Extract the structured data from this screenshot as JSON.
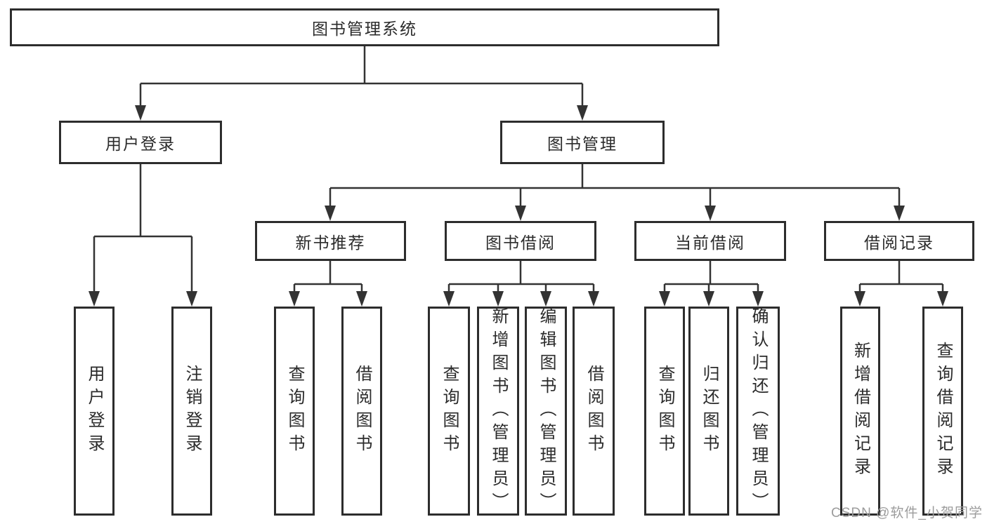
{
  "diagram": {
    "title_node": {
      "label": "图书管理系统"
    },
    "level1": [
      {
        "label": "用户登录"
      },
      {
        "label": "图书管理"
      }
    ],
    "level2": [
      {
        "label": "新书推荐"
      },
      {
        "label": "图书借阅"
      },
      {
        "label": "当前借阅"
      },
      {
        "label": "借阅记录"
      }
    ],
    "leaves": {
      "login": [
        {
          "label": "用户登录"
        },
        {
          "label": "注销登录"
        }
      ],
      "recommend": [
        {
          "label": "查询图书"
        },
        {
          "label": "借阅图书"
        }
      ],
      "borrow": [
        {
          "label": "查询图书"
        },
        {
          "label": "新增图书（管理员）"
        },
        {
          "label": "编辑图书（管理员）"
        },
        {
          "label": "借阅图书"
        }
      ],
      "current": [
        {
          "label": "查询图书"
        },
        {
          "label": "归还图书"
        },
        {
          "label": "确认归还（管理员）"
        }
      ],
      "records": [
        {
          "label": "新增借阅记录"
        },
        {
          "label": "查询借阅记录"
        }
      ]
    }
  },
  "watermark": {
    "text": "CSDN @软件_小贺同学"
  },
  "colors": {
    "line": "#333333",
    "border": "#2d2d2d",
    "text": "#2b2b2b",
    "watermark": "#9c9c9c",
    "background": "#ffffff"
  }
}
